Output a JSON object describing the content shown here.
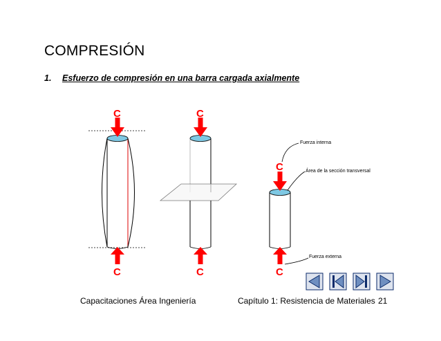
{
  "slide": {
    "title": "COMPRESIÓN",
    "subtitle_number": "1.",
    "subtitle_text": "Esfuerzo de compresión en una barra cargada axialmente"
  },
  "diagram": {
    "force_letter": "C",
    "label_internal_force": "Fuerza interna",
    "label_cross_section": "Área de la sección transversal",
    "label_external_force": "Fuerza externa",
    "colors": {
      "arrow": "#ff0000",
      "section": "#7ec8e3",
      "nav_fill": "#b0c4de",
      "nav_stroke": "#0a2a6a"
    }
  },
  "navigation": {
    "buttons": [
      {
        "name": "previous",
        "icon": "triangle-left-icon"
      },
      {
        "name": "first",
        "icon": "skip-first-icon"
      },
      {
        "name": "last",
        "icon": "skip-last-icon"
      },
      {
        "name": "next",
        "icon": "triangle-right-icon"
      }
    ]
  },
  "footer": {
    "left": "Capacitaciones Área Ingeniería",
    "right": "Capítulo 1: Resistencia de Materiales",
    "page": "21"
  }
}
